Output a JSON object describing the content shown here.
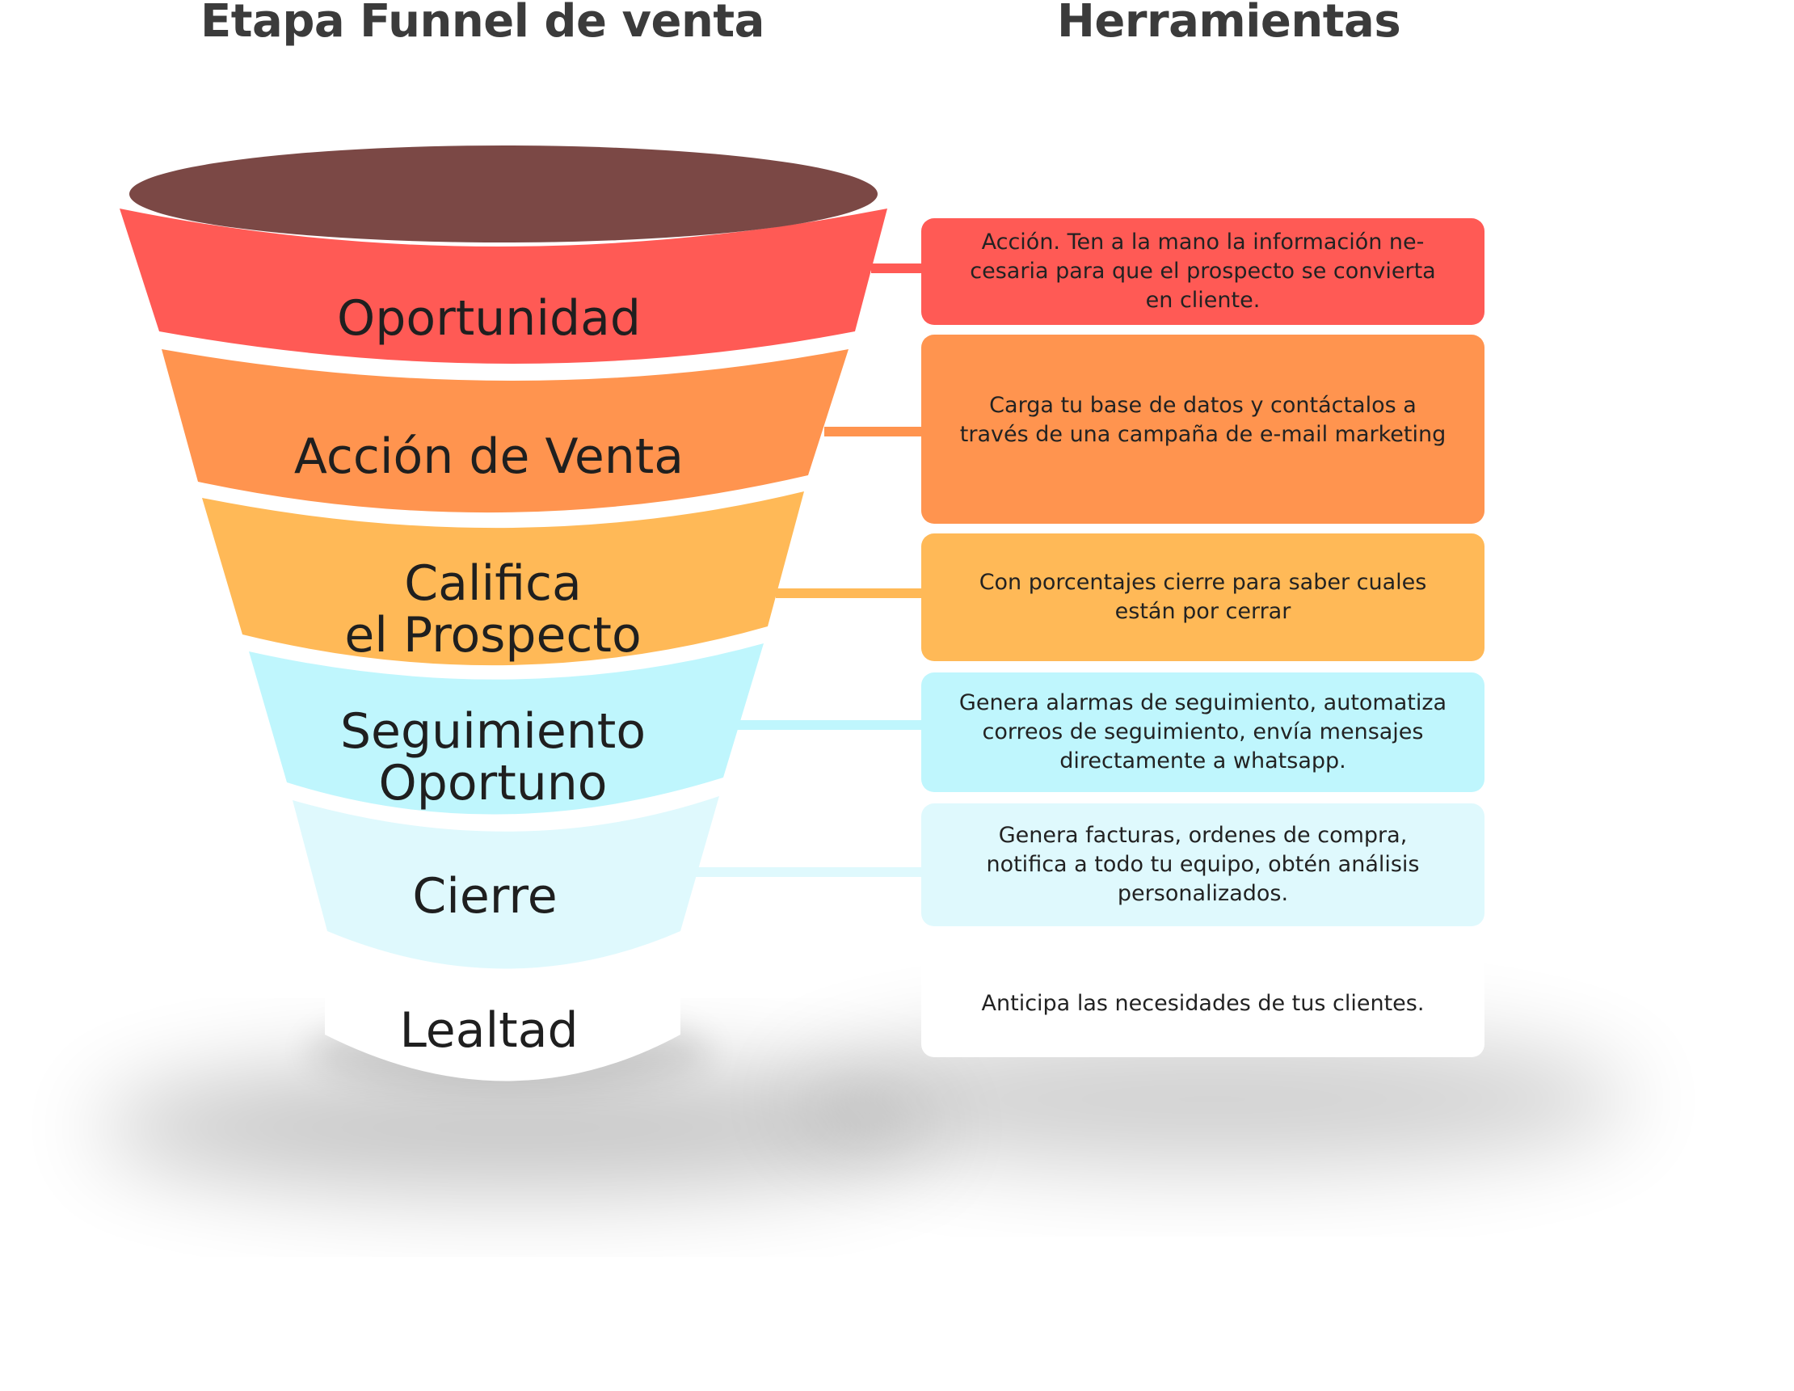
{
  "headings": {
    "stage": "Etapa Funnel de venta",
    "tools": "Herramientas"
  },
  "colors": {
    "top_ellipse": "#7b4845",
    "oportunidad": "#ff5a55",
    "accion": "#ff944f",
    "califica": "#ffb957",
    "seguimiento": "#bff6fd",
    "cierre": "#dff9fd",
    "lealtad": "#ffffff"
  },
  "stages": [
    {
      "id": "oportunidad",
      "label": "Oportunidad",
      "tool": "Acción. Ten a la mano la información ne-\ncesaria para que el prospecto se convierta\nen cliente."
    },
    {
      "id": "accion",
      "label": "Acción de Venta",
      "tool": "Carga tu base de datos y contáctalos a\ntravés de una campaña de e-mail marketing"
    },
    {
      "id": "califica",
      "label": "Califica\nel Prospecto",
      "tool": "Con porcentajes cierre para saber cuales\nestán por cerrar"
    },
    {
      "id": "seguimiento",
      "label": "Seguimiento\nOportuno",
      "tool": "Genera alarmas de seguimiento, automatiza\ncorreos de seguimiento, envía mensajes\ndirectamente a whatsapp."
    },
    {
      "id": "cierre",
      "label": "Cierre",
      "tool": "Genera facturas, ordenes de compra,\nnotifica a todo tu equipo, obtén análisis\npersonalizados."
    },
    {
      "id": "lealtad",
      "label": "Lealtad",
      "tool": "Anticipa las necesidades de tus clientes."
    }
  ]
}
